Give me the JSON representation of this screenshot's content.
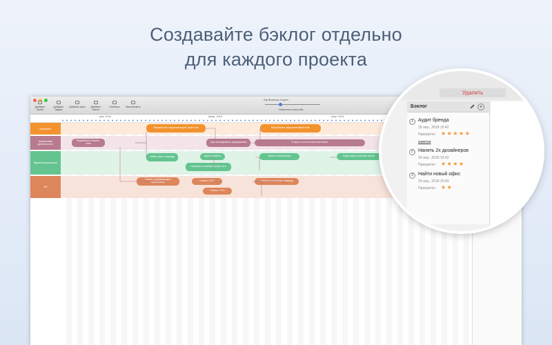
{
  "headline": {
    "line1": "Создавайте бэклог отдельно",
    "line2": "для каждого проекта"
  },
  "window": {
    "title": "My Business Expert",
    "zoom_label": "Изменение масштаба",
    "toolbar": [
      {
        "label": "Добавить Проект",
        "icon": "add-project-icon"
      },
      {
        "label": "Добавить Задачу",
        "icon": "add-task-icon"
      },
      {
        "label": "Добавить Цель",
        "icon": "add-goal-icon"
      },
      {
        "label": "Добавить Бэклог",
        "icon": "add-backlog-icon"
      },
      {
        "label": "Отменить",
        "icon": "undo-icon"
      },
      {
        "label": "Восстановить",
        "icon": "redo-icon"
      }
    ],
    "months": [
      "янв. 2018",
      "февр. 2018",
      "март 2018"
    ],
    "colors": {
      "orange": "#f2932f",
      "purple": "#b77a8e",
      "green": "#63c48f",
      "salmon": "#dd855b"
    }
  },
  "lanes": [
    {
      "label": "Маркетинг",
      "color": "#f2932f",
      "bg": "#fdeadb",
      "tasks": [
        "Разработать маркетинговую стратегию",
        "Разработать маркетинговый план"
      ]
    },
    {
      "label": "Финансовая деятельность",
      "color": "#b77a8e",
      "bg": "#f2e4e9",
      "tasks": [
        "Разработать бизнес-план",
        "Зарегистрировать предприятие",
        "Открыть счета в местном банке"
      ]
    },
    {
      "label": "Администрирование",
      "color": "#63c48f",
      "bg": "#dff3e7",
      "tasks": [
        "Найти офис и аренду",
        "Купить мебель",
        "Купить компьютеры",
        "Подготовить рабочие места",
        "Настроить компьютерную сеть"
      ]
    },
    {
      "label": "HR",
      "color": "#dd855b",
      "bg": "#f8e3da",
      "tasks": [
        "Нанять управляющего финансами",
        "Нанять CMO",
        "Собрать остальную команду",
        "Нанять COO"
      ]
    }
  ],
  "backlog": {
    "delete_label": "Удалить",
    "title": "Бэклог",
    "priority_label": "Приоритет:",
    "items": [
      {
        "num": "1",
        "title": "Аудит бренда",
        "date": "29 апр., 2018 15:42",
        "stars": "★★★★★",
        "link": "заметки"
      },
      {
        "num": "2",
        "title": "Нанять 2х дизайнеров",
        "date": "29 апр., 2018 15:43",
        "stars": "★★★★"
      },
      {
        "num": "3",
        "title": "Найти новый офис",
        "date": "29 апр., 2018 15:43",
        "stars": "★★"
      }
    ]
  }
}
